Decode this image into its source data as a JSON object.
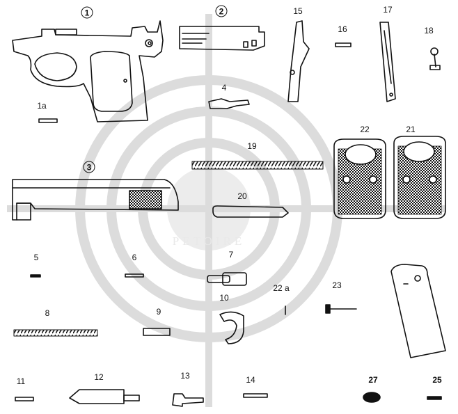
{
  "colors": {
    "ink": "#111111",
    "watermark": "#dedede",
    "background": "#ffffff"
  },
  "watermark": {
    "text": "PETOIRE"
  },
  "parts": [
    {
      "id": "p1",
      "label": "1",
      "circled": true
    },
    {
      "id": "p1a",
      "label": "1a"
    },
    {
      "id": "p2",
      "label": "2",
      "circled": true
    },
    {
      "id": "p3",
      "label": "3",
      "circled": true
    },
    {
      "id": "p4",
      "label": "4"
    },
    {
      "id": "p5",
      "label": "5"
    },
    {
      "id": "p6",
      "label": "6"
    },
    {
      "id": "p7",
      "label": "7"
    },
    {
      "id": "p8",
      "label": "8"
    },
    {
      "id": "p9",
      "label": "9"
    },
    {
      "id": "p10",
      "label": "10"
    },
    {
      "id": "p11",
      "label": "11"
    },
    {
      "id": "p12",
      "label": "12"
    },
    {
      "id": "p13",
      "label": "13"
    },
    {
      "id": "p14",
      "label": "14"
    },
    {
      "id": "p15",
      "label": "15"
    },
    {
      "id": "p16",
      "label": "16"
    },
    {
      "id": "p17",
      "label": "17"
    },
    {
      "id": "p18",
      "label": "18"
    },
    {
      "id": "p19",
      "label": "19"
    },
    {
      "id": "p20",
      "label": "20"
    },
    {
      "id": "p21",
      "label": "21"
    },
    {
      "id": "p22",
      "label": "22"
    },
    {
      "id": "p22a",
      "label": "22 a"
    },
    {
      "id": "p23",
      "label": "23"
    },
    {
      "id": "p25",
      "label": "25"
    },
    {
      "id": "p27",
      "label": "27"
    }
  ]
}
